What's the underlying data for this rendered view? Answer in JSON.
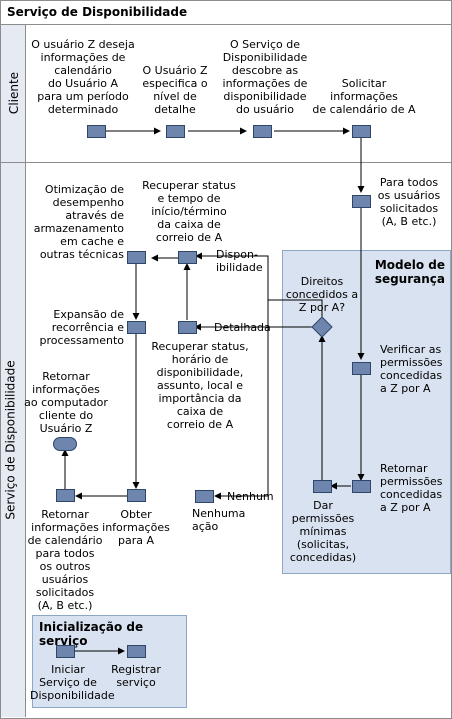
{
  "title": "Serviço de Disponibilidade",
  "lanes": {
    "client": "Cliente",
    "service": "Serviço de Disponibilidade"
  },
  "regions": {
    "security": "Modelo de segurança",
    "init": "Inicialização de serviço"
  },
  "client_steps": {
    "s1": "O usuário Z deseja\ninformações de\ncalendário\ndo Usuário A\npara um período\ndeterminado",
    "s2": "O Usuário Z\nespecifica o\nnível de\ndetalhe",
    "s3": "O Serviço de\nDisponibilidade\ndescobre as\ninformações de\ndisponibilidade\ndo usuário",
    "s4": "Solicitar\ninformações\nde calendário de A"
  },
  "service_steps": {
    "for_all": "Para todos\nos usuários\nsolicitados\n(A, B etc.)",
    "rights": "Direitos\nconcedidos a\nZ por A?",
    "verify": "Verificar as\npermissões\nconcedidas\na Z por A",
    "return_perms": "Retornar\npermissões\nconcedidas\na Z por A",
    "min_perms": "Dar\npermissões\nmínimas\n(solicitas,\nconcedidas)",
    "none_label": "Nenhum",
    "none_action": "Nenhuma\nação",
    "detailed_label": "Detalhada",
    "avail_label": "Dispon-\nibilidade",
    "retrieve_detailed": "Recuperar status,\nhorário de\ndisponibilidade,\nassunto, local e\nimportância da\ncaixa de\ncorreio de A",
    "retrieve_status": "Recuperar status\ne tempo de\ninício/término\nda caixa de\ncorreio de A",
    "optimization": "Otimização de\ndesempenho\natravés de\narmazenamento\nem cache e\noutras técnicas",
    "expansion": "Expansão de\nrecorrência e\nprocessamento",
    "get_info": "Obter\ninformações\npara A",
    "return_cal": "Retornar\ninformações\nde calendário\npara todos\nos outros\nusuários\nsolicitados\n(A, B etc.)",
    "return_client": "Retornar\ninformações\nao computador\ncliente do\nUsuário Z"
  },
  "init_steps": {
    "start": "Iniciar\nServiço de\nDisponibilidade",
    "register": "Registrar\nserviço"
  },
  "colors": {
    "lane_bg": "#e6eaf3",
    "region_bg": "#d9e2f0",
    "box_fill": "#6e86ad",
    "box_border": "#2e4668"
  }
}
